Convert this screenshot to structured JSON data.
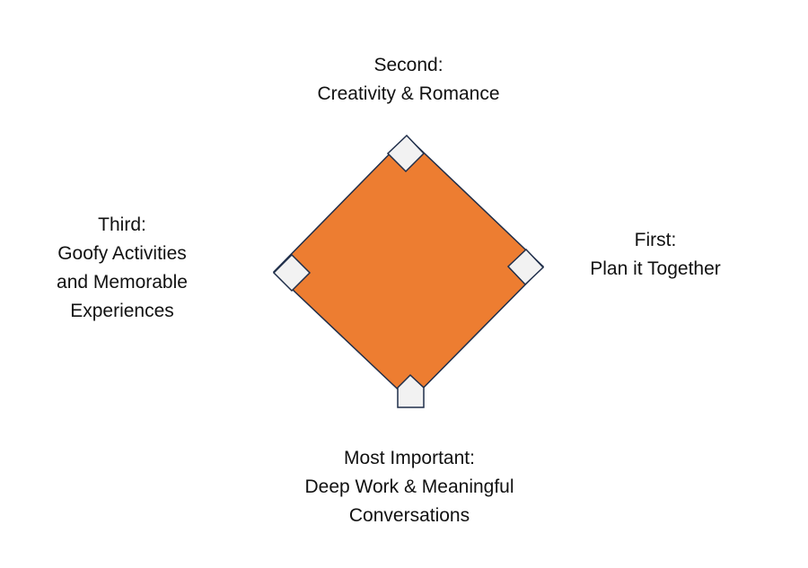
{
  "colors": {
    "field": "#ED7D31",
    "outline": "#1F2E4A",
    "base": "#F2F2F2"
  },
  "bases": {
    "second": {
      "title": "Second:",
      "lines": [
        "Creativity & Romance"
      ]
    },
    "first": {
      "title": "First:",
      "lines": [
        "Plan it Together"
      ]
    },
    "third": {
      "title": "Third:",
      "lines": [
        "Goofy Activities",
        "and Memorable",
        "Experiences"
      ]
    },
    "home": {
      "title": "Most Important:",
      "lines": [
        "Deep Work & Meaningful",
        "Conversations"
      ]
    }
  }
}
